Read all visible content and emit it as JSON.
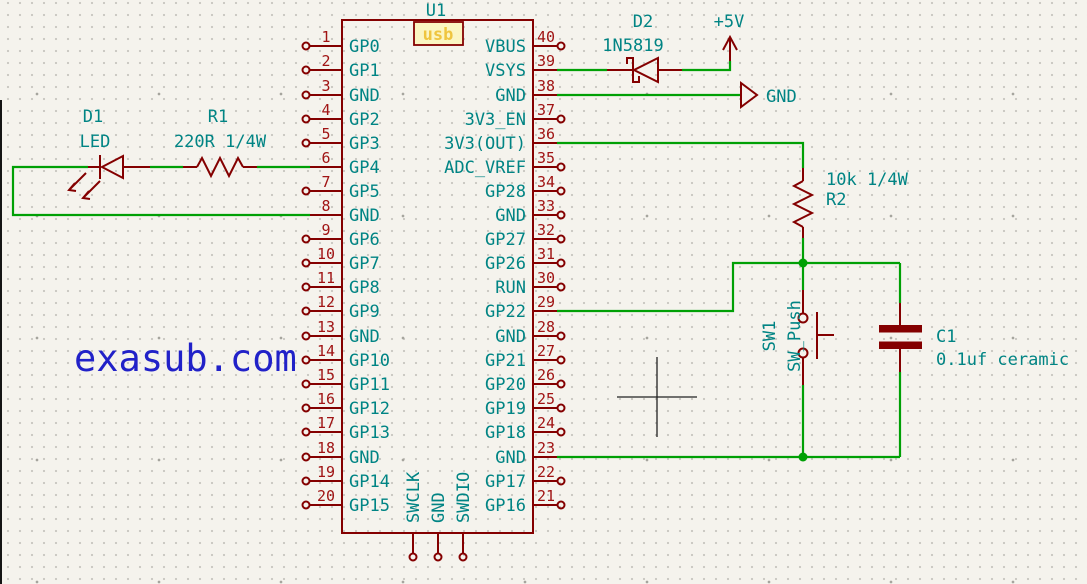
{
  "u1": {
    "ref": "U1",
    "field_usb": "usb",
    "left_pins": [
      {
        "num": "1",
        "name": "GP0"
      },
      {
        "num": "2",
        "name": "GP1"
      },
      {
        "num": "3",
        "name": "GND"
      },
      {
        "num": "4",
        "name": "GP2"
      },
      {
        "num": "5",
        "name": "GP3"
      },
      {
        "num": "6",
        "name": "GP4"
      },
      {
        "num": "7",
        "name": "GP5"
      },
      {
        "num": "8",
        "name": "GND"
      },
      {
        "num": "9",
        "name": "GP6"
      },
      {
        "num": "10",
        "name": "GP7"
      },
      {
        "num": "11",
        "name": "GP8"
      },
      {
        "num": "12",
        "name": "GP9"
      },
      {
        "num": "13",
        "name": "GND"
      },
      {
        "num": "14",
        "name": "GP10"
      },
      {
        "num": "15",
        "name": "GP11"
      },
      {
        "num": "16",
        "name": "GP12"
      },
      {
        "num": "17",
        "name": "GP13"
      },
      {
        "num": "18",
        "name": "GND"
      },
      {
        "num": "19",
        "name": "GP14"
      },
      {
        "num": "20",
        "name": "GP15"
      }
    ],
    "right_pins": [
      {
        "num": "40",
        "name": "VBUS"
      },
      {
        "num": "39",
        "name": "VSYS"
      },
      {
        "num": "38",
        "name": "GND"
      },
      {
        "num": "37",
        "name": "3V3_EN"
      },
      {
        "num": "36",
        "name": "3V3(OUT)"
      },
      {
        "num": "35",
        "name": "ADC_VREF"
      },
      {
        "num": "34",
        "name": "GP28"
      },
      {
        "num": "33",
        "name": "GND"
      },
      {
        "num": "32",
        "name": "GP27"
      },
      {
        "num": "31",
        "name": "GP26"
      },
      {
        "num": "30",
        "name": "RUN"
      },
      {
        "num": "29",
        "name": "GP22"
      },
      {
        "num": "28",
        "name": "GND"
      },
      {
        "num": "27",
        "name": "GP21"
      },
      {
        "num": "26",
        "name": "GP20"
      },
      {
        "num": "25",
        "name": "GP19"
      },
      {
        "num": "24",
        "name": "GP18"
      },
      {
        "num": "23",
        "name": "GND"
      },
      {
        "num": "22",
        "name": "GP17"
      },
      {
        "num": "21",
        "name": "GP16"
      }
    ],
    "bottom_pins": [
      "SWCLK",
      "GND",
      "SWDIO"
    ]
  },
  "components": {
    "d1": {
      "ref": "D1",
      "value": "LED"
    },
    "r1": {
      "ref": "R1",
      "value": "220R 1/4W"
    },
    "d2": {
      "ref": "D2",
      "value": "1N5819"
    },
    "r2": {
      "ref": "R2",
      "value": "10k 1/4W"
    },
    "sw1": {
      "ref": "SW1",
      "value": "SW_Push"
    },
    "c1": {
      "ref": "C1",
      "value": "0.1uf ceramic"
    }
  },
  "power_flags": {
    "plus5v": "+5V",
    "gnd": "GND"
  },
  "watermark": "exasub.com",
  "colors": {
    "symbol": "#840000",
    "pin_name": "#008484",
    "pin_number": "#A01414",
    "wire": "#00A005",
    "watermark": "#2121C8",
    "field_fill": "#FBF5C2",
    "field_text": "#EFC53F",
    "background": "#F5F3ED"
  }
}
